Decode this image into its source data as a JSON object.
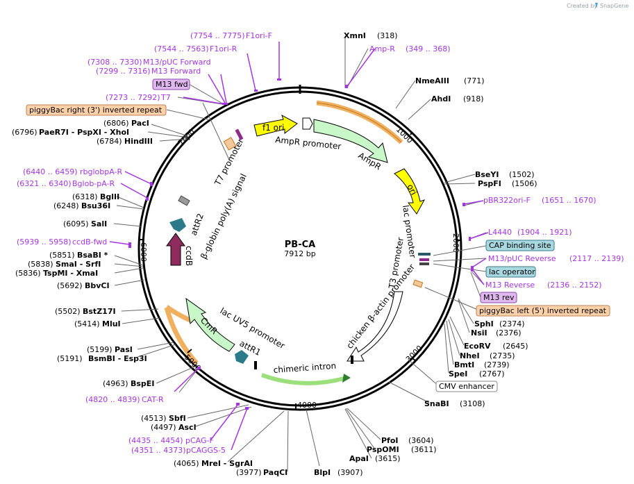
{
  "plasmid": {
    "name": "PB-CA",
    "length": "7912 bp"
  },
  "credit": "Created by",
  "brand": "SnapGene",
  "colors": {
    "primer": "#a535e0",
    "ori": "#ffff00",
    "resistance": "#c8f7c8",
    "promoter_frame": "#ffffff",
    "ccdB": "#8e2a5c",
    "att": "#2a7a8a"
  },
  "enzymes": [
    {
      "name": "XmnI",
      "pos": "(318)"
    },
    {
      "name": "NmeAIII",
      "pos": "(771)"
    },
    {
      "name": "AhdI",
      "pos": "(918)"
    },
    {
      "name": "BseYI",
      "pos": "(1502)"
    },
    {
      "name": "PspFI",
      "pos": "(1506)"
    },
    {
      "name": "SphI",
      "pos": "(2374)"
    },
    {
      "name": "NsiI",
      "pos": "(2376)"
    },
    {
      "name": "EcoRV",
      "pos": "(2645)"
    },
    {
      "name": "NheI",
      "pos": "(2735)"
    },
    {
      "name": "BmtI",
      "pos": "(2739)"
    },
    {
      "name": "SpeI",
      "pos": "(2767)"
    },
    {
      "name": "SnaBI",
      "pos": "(3108)"
    },
    {
      "name": "PfoI",
      "pos": "(3604)"
    },
    {
      "name": "PspOMI",
      "pos": "(3611)"
    },
    {
      "name": "ApaI",
      "pos": "(3615)"
    },
    {
      "name": "BlpI",
      "pos": "(3907)"
    },
    {
      "name": "PaqCI",
      "pos": "(3977)"
    },
    {
      "name": "MreI - SgrAI",
      "pos": "(4065)"
    },
    {
      "name": "AscI",
      "pos": "(4497)"
    },
    {
      "name": "SbfI",
      "pos": "(4513)"
    },
    {
      "name": "BspEI",
      "pos": "(4963)"
    },
    {
      "name": "BsmBI - Esp3I",
      "pos": "(5191)"
    },
    {
      "name": "PasI",
      "pos": "(5199)"
    },
    {
      "name": "MluI",
      "pos": "(5414)"
    },
    {
      "name": "BstZ17I",
      "pos": "(5502)"
    },
    {
      "name": "BbvCI",
      "pos": "(5692)"
    },
    {
      "name": "TspMI - XmaI",
      "pos": "(5836)"
    },
    {
      "name": "SmaI - SrfI",
      "pos": "(5838)"
    },
    {
      "name": "BsaBI *",
      "pos": "(5851)"
    },
    {
      "name": "SalI",
      "pos": "(6095)"
    },
    {
      "name": "Bsu36I",
      "pos": "(6248)"
    },
    {
      "name": "BglII",
      "pos": "(6318)"
    },
    {
      "name": "HindIII",
      "pos": "(6784)"
    },
    {
      "name": "PaeR7I - PspXI - XhoI",
      "pos": "(6796)"
    },
    {
      "name": "PacI",
      "pos": "(6806)"
    }
  ],
  "primers": [
    {
      "name": "Amp-R",
      "range": "(349 .. 368)"
    },
    {
      "name": "pBR322ori-F",
      "range": "(1651 .. 1670)"
    },
    {
      "name": "L4440",
      "range": "(1904 .. 1921)"
    },
    {
      "name": "M13/pUC Reverse",
      "range": "(2117 .. 2139)"
    },
    {
      "name": "M13 Reverse",
      "range": "(2136 .. 2152)"
    },
    {
      "name": "CAT-R",
      "range": "(4820 .. 4839)"
    },
    {
      "name": "pCAG-F",
      "range": "(4435 .. 4454)"
    },
    {
      "name": "pCAGGS-5",
      "range": "(4351 .. 4373)"
    },
    {
      "name": "ccdB-fwd",
      "range": "(5939 .. 5958)"
    },
    {
      "name": "Bglob-pA-R",
      "range": "(6321 .. 6340)"
    },
    {
      "name": "rbglobpA-R",
      "range": "(6440 .. 6459)"
    },
    {
      "name": "T7",
      "range": "(7273 .. 7292)"
    },
    {
      "name": "M13 Forward",
      "range": "(7299 .. 7316)"
    },
    {
      "name": "M13/pUC Forward",
      "range": "(7308 .. 7330)"
    },
    {
      "name": "F1ori-R",
      "range": "(7544 .. 7563)"
    },
    {
      "name": "F1ori-F",
      "range": "(7754 .. 7775)"
    }
  ],
  "boxed": {
    "m13fwd": "M13 fwd",
    "piggy_right": "piggyBac right (3') inverted repeat",
    "cap": "CAP binding site",
    "lacop": "lac operator",
    "m13rev": "M13 rev",
    "piggy_left": "piggyBac left (5') inverted repeat",
    "cmv": "CMV enhancer"
  },
  "features": {
    "f1ori": "f1 ori",
    "ampr_promoter": "AmpR promoter",
    "ampr": "AmpR",
    "ori": "ori",
    "lac_promoter": "lac promoter",
    "t3_promoter": "T3 promoter",
    "chicken": "chicken β-actin promoter",
    "chimeric": "chimeric intron",
    "attr1": "attR1",
    "lacuv5": "lac UV5 promoter",
    "cmr": "CmR",
    "ccdb": "ccdB",
    "attr2": "attR2",
    "bglobin": "β-globin poly(A) signal",
    "t7_promoter": "T7 promoter"
  },
  "ticks": [
    "1000",
    "2000",
    "3000",
    "4000",
    "5000",
    "6000",
    "7000"
  ]
}
